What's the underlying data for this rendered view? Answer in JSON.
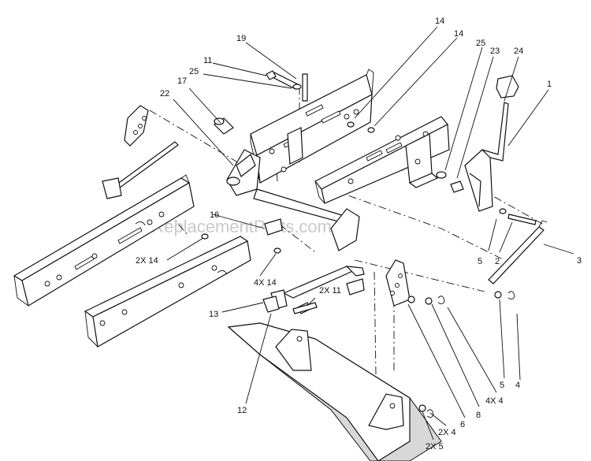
{
  "watermark": "eReplacementParts.com",
  "callouts": [
    {
      "id": "c-19",
      "text": "19"
    },
    {
      "id": "c-11",
      "text": "11"
    },
    {
      "id": "c-25a",
      "text": "25"
    },
    {
      "id": "c-17",
      "text": "17"
    },
    {
      "id": "c-22",
      "text": "22"
    },
    {
      "id": "c-14a",
      "text": "14"
    },
    {
      "id": "c-14b",
      "text": "14"
    },
    {
      "id": "c-25b",
      "text": "25"
    },
    {
      "id": "c-23",
      "text": "23"
    },
    {
      "id": "c-24",
      "text": "24"
    },
    {
      "id": "c-1",
      "text": "1"
    },
    {
      "id": "c-16",
      "text": "16"
    },
    {
      "id": "c-2x14",
      "text": "2X 14"
    },
    {
      "id": "c-4x14",
      "text": "4X 14"
    },
    {
      "id": "c-2x11",
      "text": "2X 11"
    },
    {
      "id": "c-13",
      "text": "13"
    },
    {
      "id": "c-12",
      "text": "12"
    },
    {
      "id": "c-5a",
      "text": "5"
    },
    {
      "id": "c-2",
      "text": "2"
    },
    {
      "id": "c-3",
      "text": "3"
    },
    {
      "id": "c-5b",
      "text": "5"
    },
    {
      "id": "c-4",
      "text": "4"
    },
    {
      "id": "c-4x4",
      "text": "4X 4"
    },
    {
      "id": "c-8",
      "text": "8"
    },
    {
      "id": "c-6",
      "text": "6"
    },
    {
      "id": "c-2x4",
      "text": "2X 4"
    },
    {
      "id": "c-2x5",
      "text": "2X 5"
    }
  ]
}
